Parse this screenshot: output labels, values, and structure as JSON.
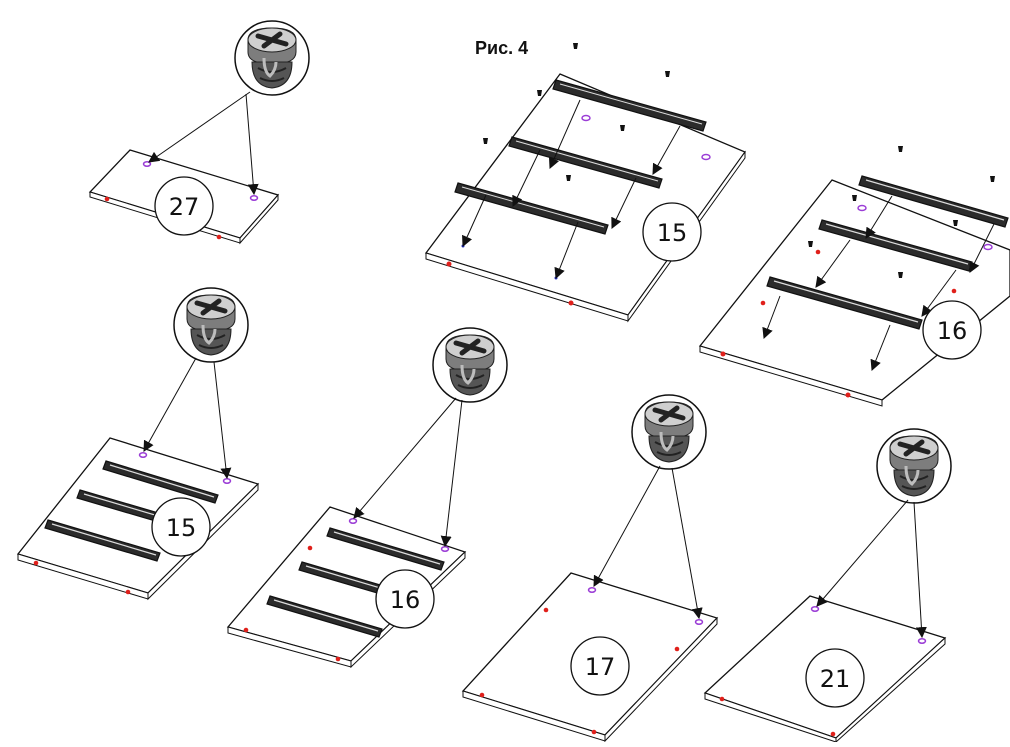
{
  "figure": {
    "caption": "Рис. 4"
  },
  "colors": {
    "line": "#111111",
    "hole_purple": "#9b3dd6",
    "hole_red": "#e0201b",
    "hole_blue": "#2230c8",
    "cam_dark": "#3f3f3f",
    "cam_mid": "#8a8a8a",
    "cam_light": "#c9c9c9"
  },
  "icons": {
    "cam_fitting": "eccentric-cam-connector-icon"
  },
  "panels": [
    {
      "id": "p27",
      "label": "27"
    },
    {
      "id": "p15a",
      "label": "15"
    },
    {
      "id": "p16a",
      "label": "16"
    },
    {
      "id": "p15b",
      "label": "15"
    },
    {
      "id": "p16b",
      "label": "16"
    },
    {
      "id": "p17",
      "label": "17"
    },
    {
      "id": "p21",
      "label": "21"
    }
  ]
}
